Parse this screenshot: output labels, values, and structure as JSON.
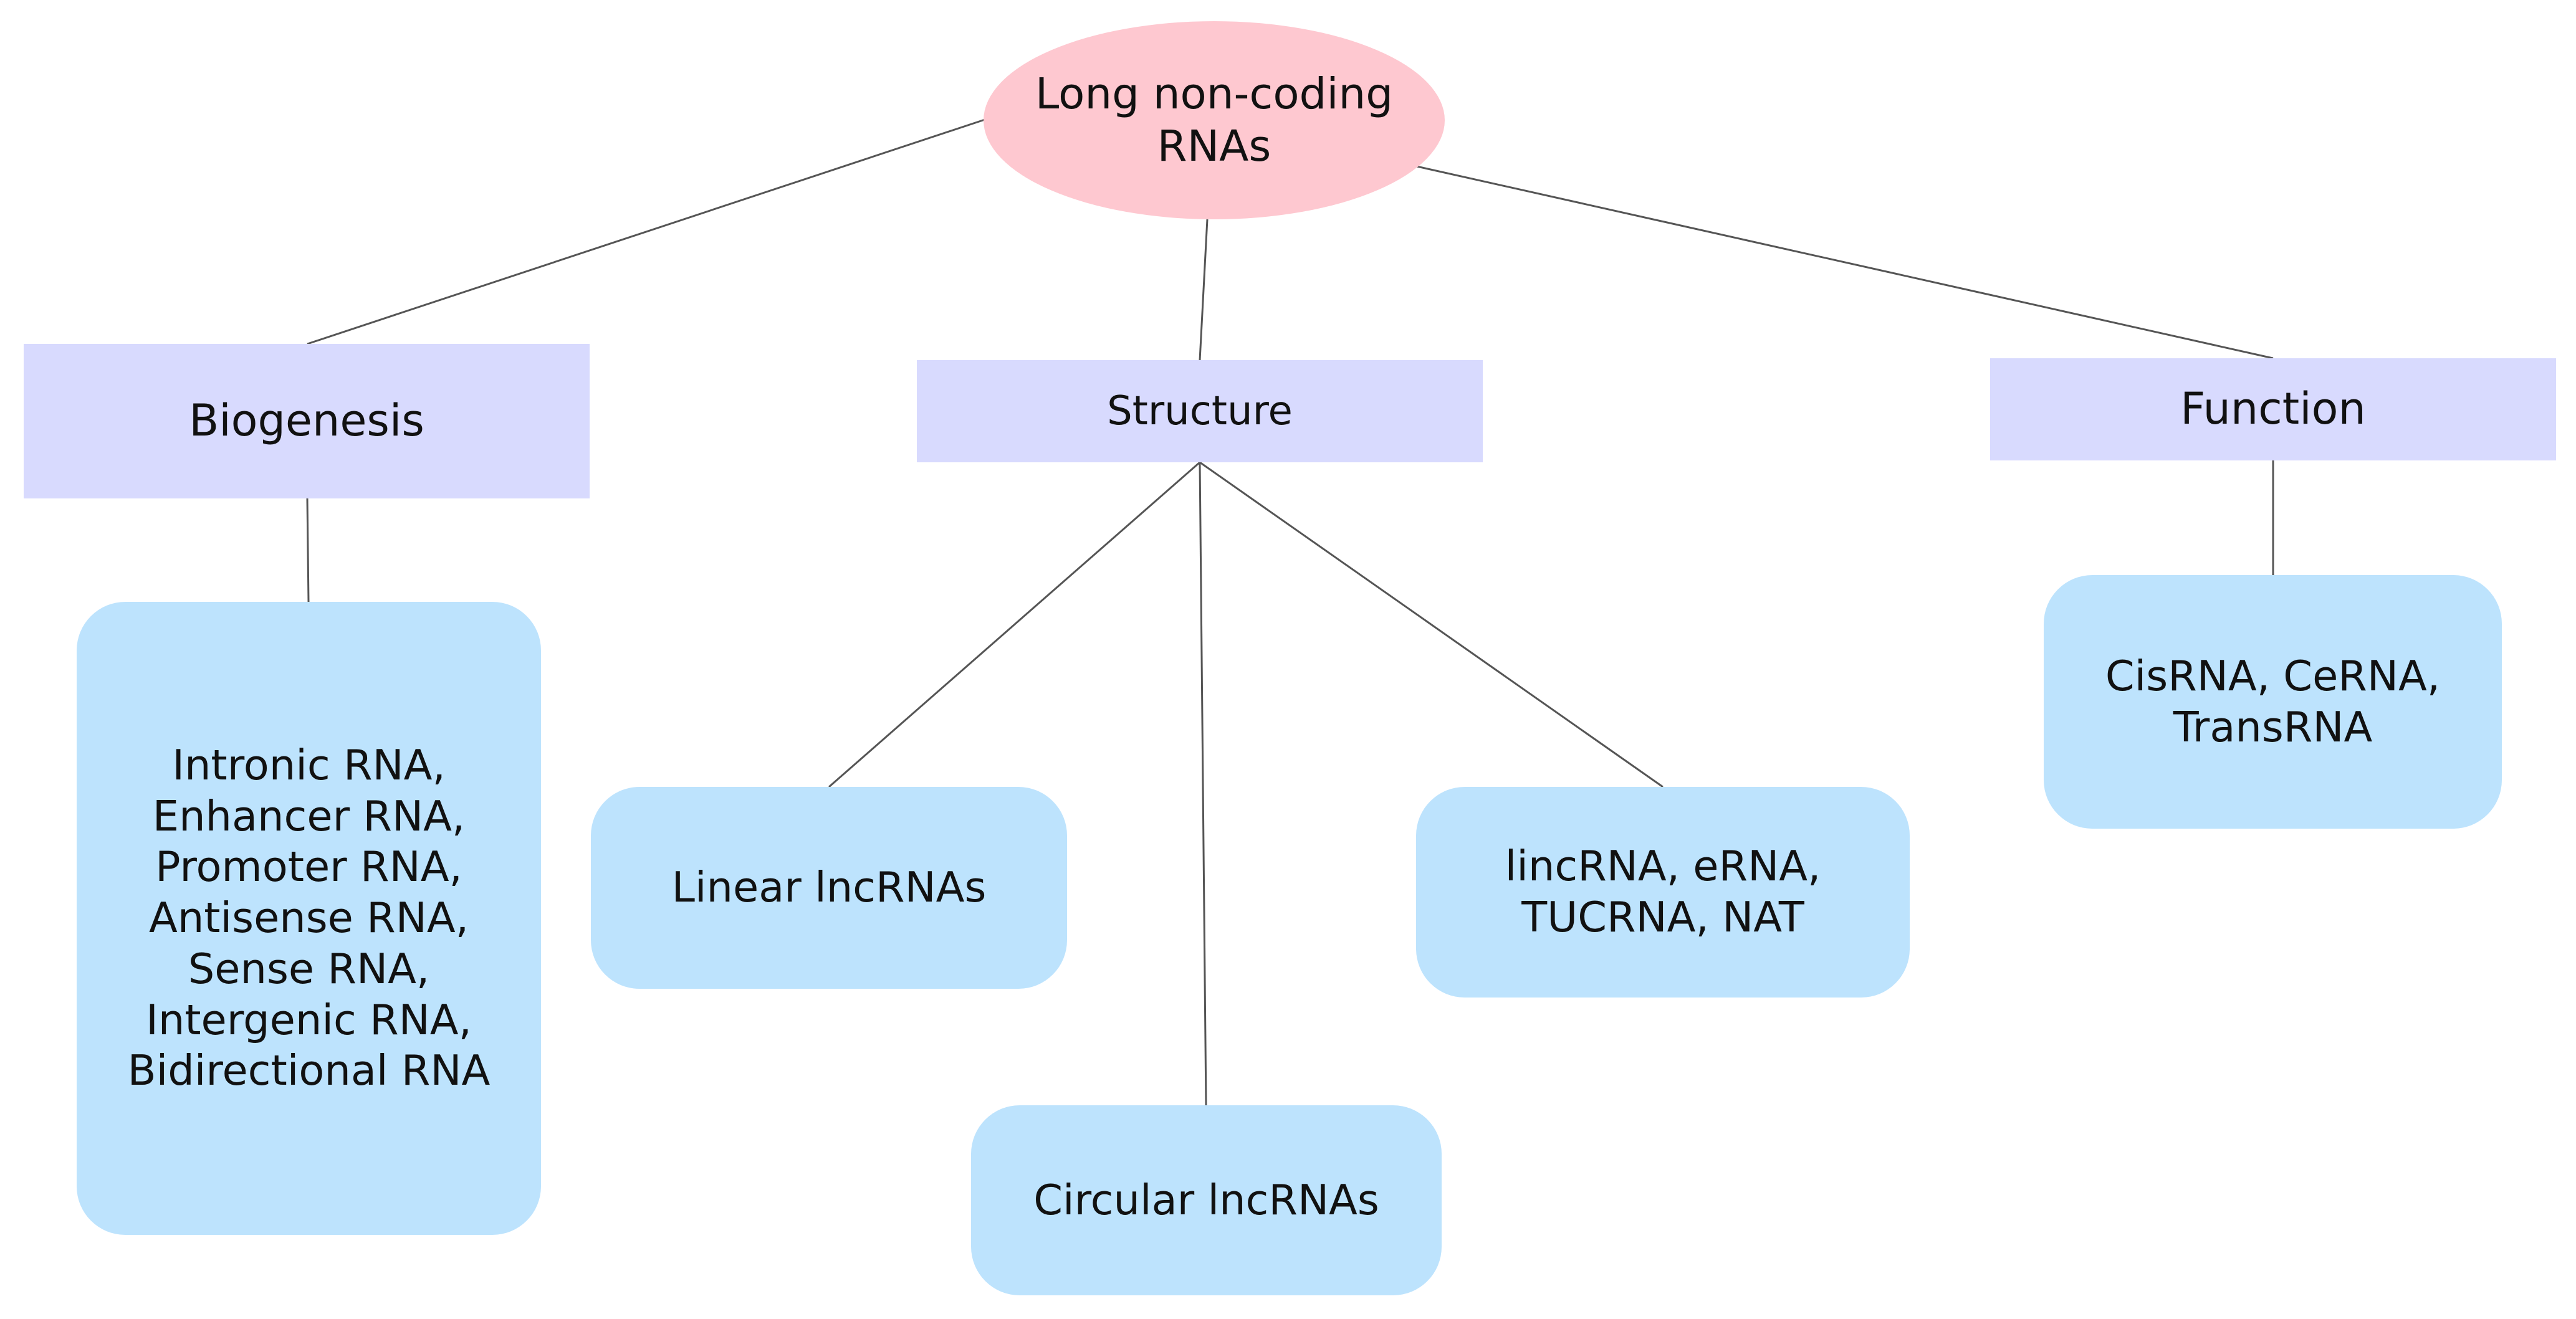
{
  "diagram": {
    "root": {
      "label": "Long non-coding\nRNAs",
      "fill": "#fec8d0"
    },
    "categories": {
      "biogenesis": {
        "label": "Biogenesis"
      },
      "structure": {
        "label": "Structure"
      },
      "function": {
        "label": "Function"
      }
    },
    "leaves": {
      "biogenesis_types": {
        "label": "Intronic RNA,\nEnhancer RNA,\nPromoter RNA,\nAntisense RNA,\nSense RNA,\nIntergenic RNA,\nBidirectional RNA"
      },
      "linear": {
        "label": "Linear lncRNAs"
      },
      "circular": {
        "label": "Circular lncRNAs"
      },
      "structure_types": {
        "label": "lincRNA, eRNA,\nTUCRNA, NAT"
      },
      "function_types": {
        "label": "CisRNA, CeRNA,\nTransRNA"
      }
    },
    "edges": [
      {
        "from": "root",
        "to": "biogenesis"
      },
      {
        "from": "root",
        "to": "structure"
      },
      {
        "from": "root",
        "to": "function"
      },
      {
        "from": "biogenesis",
        "to": "biogenesis_types"
      },
      {
        "from": "structure",
        "to": "linear"
      },
      {
        "from": "structure",
        "to": "circular"
      },
      {
        "from": "structure",
        "to": "structure_types"
      },
      {
        "from": "function",
        "to": "function_types"
      }
    ],
    "colors": {
      "category_fill": "#d8dafe",
      "leaf_fill": "#bde3fd",
      "connector": "#555555"
    }
  }
}
